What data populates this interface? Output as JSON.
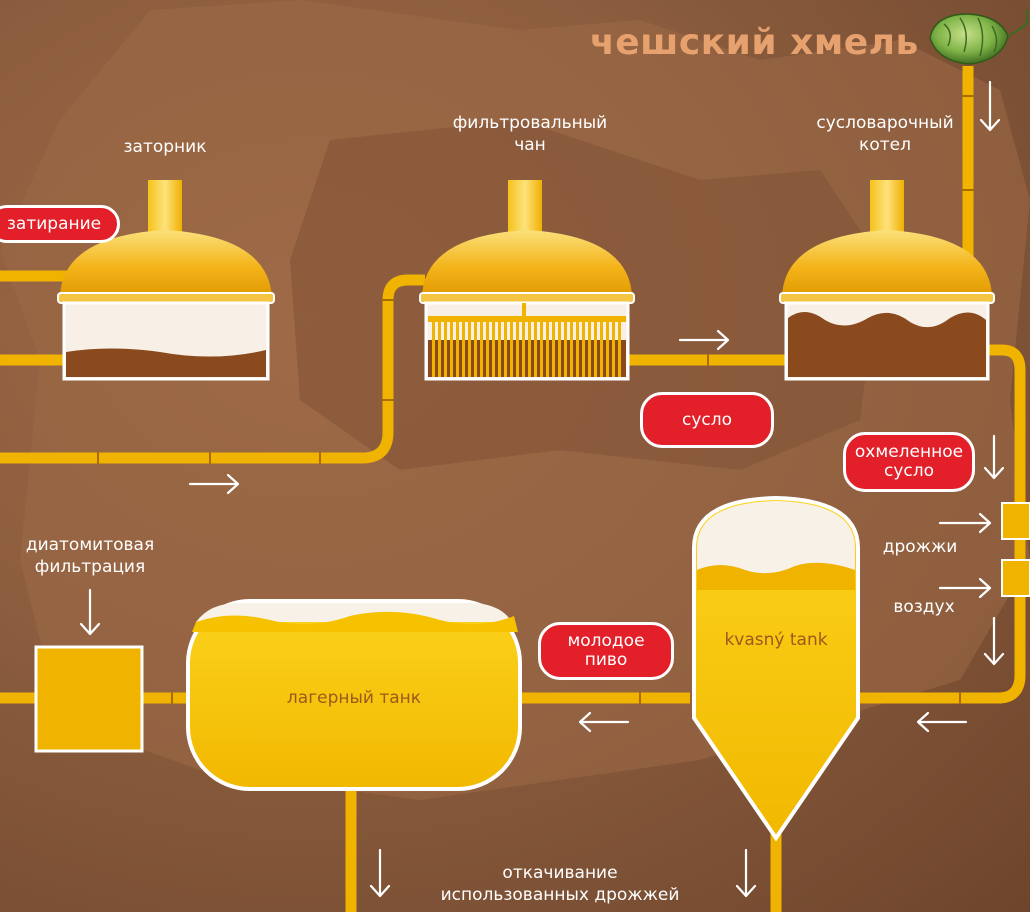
{
  "title": "чешский хмель",
  "vessels": {
    "mash_tun": "заторник",
    "lauter_tun_line1": "фильтровальный",
    "lauter_tun_line2": "чан",
    "wort_kettle_line1": "сусловарочный",
    "wort_kettle_line2": "котел",
    "fermentation_tank": "kvasný tank",
    "lager_tank": "лагерный танк"
  },
  "process_labels": {
    "mashing": "затирание",
    "wort": "сусло",
    "hopped_wort_line1": "охмеленное",
    "hopped_wort_line2": "сусло",
    "young_beer_line1": "молодое",
    "young_beer_line2": "пиво"
  },
  "inputs": {
    "yeast": "дрожжи",
    "air": "воздух",
    "diatomite_line1": "диатомитовая",
    "diatomite_line2": "фильтрация",
    "yeast_removal_line1": "откачивание",
    "yeast_removal_line2": "использованных дрожжей"
  },
  "colors": {
    "background": "#8a5b3c",
    "pipe": "#f0b400",
    "copper_dome": "#f4b41a",
    "tank_body": "#f7c600",
    "label_pill": "#e3202a",
    "title": "#e6a16e",
    "wort_brown": "#8b4a1e",
    "hop_green": "#7fb347"
  },
  "icons": [
    "hop-cone-icon",
    "arrow-right-icon",
    "arrow-left-icon",
    "arrow-down-icon"
  ]
}
